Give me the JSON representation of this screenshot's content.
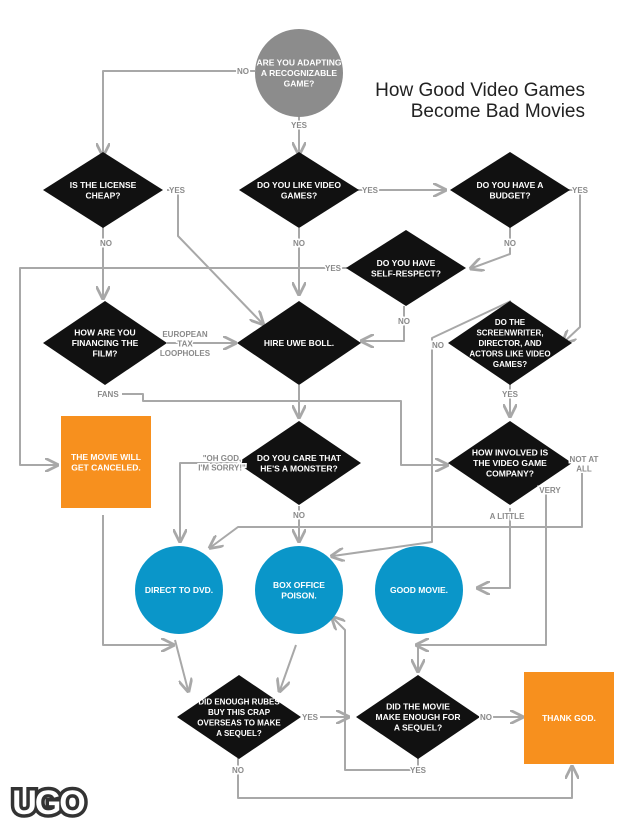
{
  "title": {
    "line1": "How Good Video Games",
    "line2": "Become Bad Movies"
  },
  "logo": "UGO",
  "nodes": {
    "adapting": [
      "ARE YOU ADAPTING",
      "A RECOGNIZABLE",
      "GAME?"
    ],
    "license": [
      "IS THE LICENSE",
      "CHEAP?"
    ],
    "like_games": [
      "DO YOU LIKE VIDEO",
      "GAMES?"
    ],
    "budget": [
      "DO YOU HAVE A",
      "BUDGET?"
    ],
    "self_respect": [
      "DO YOU HAVE",
      "SELF-RESPECT?"
    ],
    "financing": [
      "HOW ARE YOU",
      "FINANCING THE",
      "FILM?"
    ],
    "uwe_boll": [
      "HIRE UWE BOLL."
    ],
    "screenwriter": [
      "DO THE",
      "SCREENWRITER,",
      "DIRECTOR, AND",
      "ACTORS LIKE VIDEO",
      "GAMES?"
    ],
    "canceled": [
      "THE MOVIE WILL",
      "GET CANCELED."
    ],
    "monster": [
      "DO YOU CARE THAT",
      "HE'S A MONSTER?"
    ],
    "involved": [
      "HOW INVOLVED IS",
      "THE VIDEO GAME",
      "COMPANY?"
    ],
    "dvd": [
      "DIRECT TO DVD."
    ],
    "poison": [
      "BOX OFFICE",
      "POISON."
    ],
    "good_movie": [
      "GOOD MOVIE."
    ],
    "rubes": [
      "DID ENOUGH RUBES",
      "BUY THIS CRAP",
      "OVERSEAS TO MAKE",
      "A SEQUEL?"
    ],
    "enough_sequel": [
      "DID THE MOVIE",
      "MAKE ENOUGH FOR",
      "A SEQUEL?"
    ],
    "thank_god": [
      "THANK GOD."
    ]
  },
  "labels": {
    "adapting_no": "NO",
    "adapting_yes": "YES",
    "license_yes": "YES",
    "license_no": "NO",
    "like_yes": "YES",
    "like_no": "NO",
    "budget_yes": "YES",
    "budget_no": "NO",
    "self_yes": "YES",
    "self_no": "NO",
    "euro": [
      "EUROPEAN",
      "TAX",
      "LOOPHOLES"
    ],
    "fans": "FANS",
    "screen_no": "NO",
    "screen_yes": "YES",
    "oh_god": [
      "\"OH GOD,",
      "I'M SORRY!\""
    ],
    "monster_no": "NO",
    "not_at_all": [
      "NOT AT",
      "ALL"
    ],
    "very": "VERY",
    "a_little": "A LITTLE",
    "rubes_yes": "YES",
    "rubes_no": "NO",
    "sequel_no": "NO",
    "sequel_yes": "YES"
  },
  "colors": {
    "diamond": "#111111",
    "circle_gray": "#8c8c8c",
    "circle_blue": "#0a96c9",
    "orange": "#f7901e",
    "line": "#a8a8a8",
    "label": "#8a8a8a"
  }
}
